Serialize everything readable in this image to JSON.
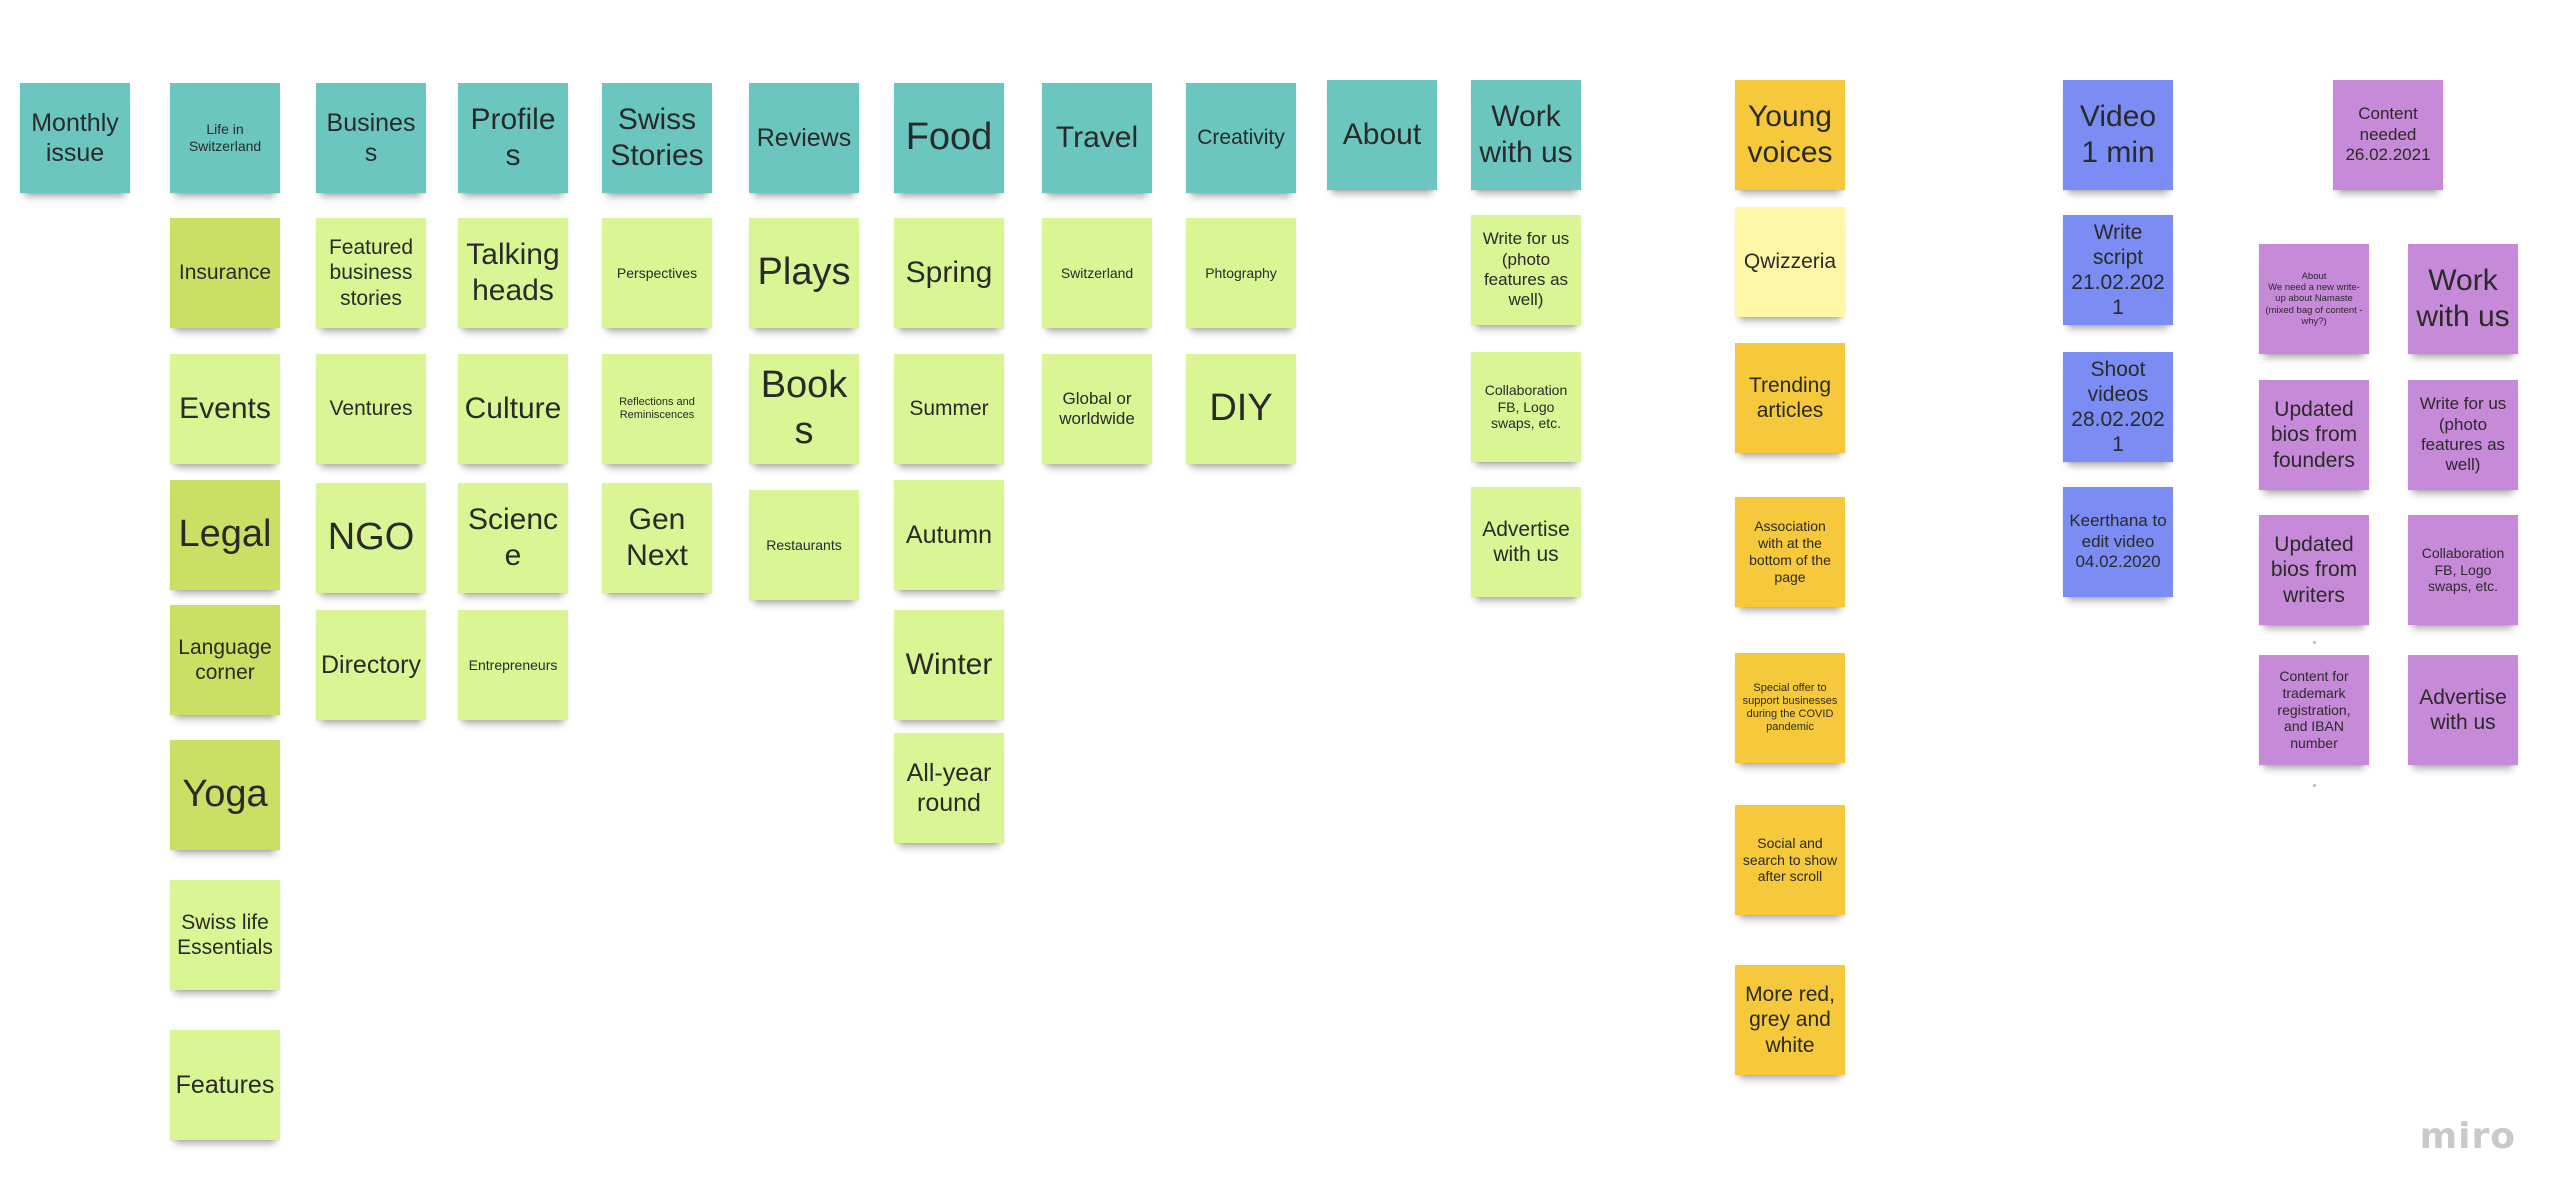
{
  "board": {
    "logo": "miro",
    "stickies": {
      "monthly_issue": "Monthly issue",
      "life_in_switzerland": "Life in Switzerland",
      "insurance": "Insurance",
      "events": "Events",
      "legal": "Legal",
      "language_corner": "Language corner",
      "yoga": "Yoga",
      "swiss_life_essentials": "Swiss life Essentials",
      "features": "Features",
      "business": "Business",
      "featured_business_stories": "Featured business stories",
      "ventures": "Ventures",
      "ngo": "NGO",
      "directory": "Directory",
      "profiles": "Profiles",
      "talking_heads": "Talking heads",
      "culture": "Culture",
      "science": "Science",
      "entrepreneurs": "Entrepreneurs",
      "swiss_stories": "Swiss Stories",
      "perspectives": "Perspectives",
      "reflections": "Reflections and Reminiscences",
      "gen_next": "Gen Next",
      "reviews": "Reviews",
      "plays": "Plays",
      "books": "Books",
      "restaurants": "Restaurants",
      "food": "Food",
      "spring": "Spring",
      "summer": "Summer",
      "autumn": "Autumn",
      "winter": "Winter",
      "all_year_round": "All-year round",
      "travel": "Travel",
      "switzerland": "Switzerland",
      "global_or_worldwide": "Global or worldwide",
      "creativity": "Creativity",
      "phtography": "Phtography",
      "diy": "DIY",
      "about": "About",
      "work_with_us": "Work with us",
      "write_for_us": "Write for us (photo features as well)",
      "collaboration": "Collaboration FB, Logo swaps, etc.",
      "advertise_with_us": "Advertise with us",
      "young_voices": "Young voices",
      "qwizzeria": "Qwizzeria",
      "trending_articles": "Trending articles",
      "association": "Association with at the bottom of the page",
      "special_offer": "Special offer to support businesses during the COVID pandemic",
      "social_search": "Social and search to show after scroll",
      "more_red": "More red, grey and white",
      "video_1_min": "Video 1 min",
      "write_script": "Write script 21.02.2021",
      "shoot_videos": "Shoot videos 28.02.2021",
      "keerthana_edit": "Keerthana to edit video 04.02.2020",
      "content_needed": "Content needed 26.02.2021",
      "about_note": "About\nWe need a new write-up about Namaste (mixed bag of content - why?)",
      "updated_bios_founders": "Updated bios from founders",
      "updated_bios_writers": "Updated bios from writers",
      "content_trademark": "Content for trademark registration, and IBAN number",
      "work_with_us_2": "Work with us",
      "write_for_us_2": "Write for us (photo features as well)",
      "collaboration_2": "Collaboration FB, Logo swaps, etc.",
      "advertise_with_us_2": "Advertise with us"
    }
  },
  "colors": {
    "teal": "#6cc6c0",
    "lime": "#d9f594",
    "olive": "#c9e064",
    "yellow": "#f5c93b",
    "pale_yellow": "#fdf7a6",
    "blue": "#7b8cf4",
    "purple": "#c68ad8"
  }
}
